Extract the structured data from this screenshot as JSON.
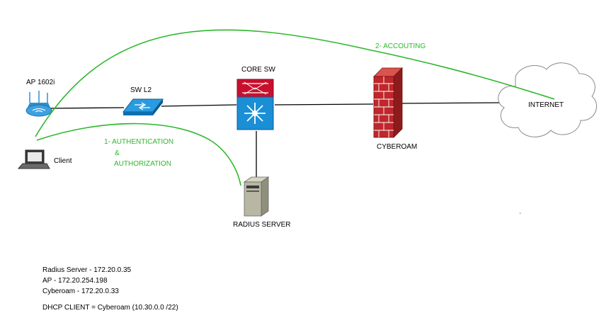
{
  "nodes": {
    "ap": {
      "label": "AP 1602i",
      "icon": "wireless-ap-icon"
    },
    "client": {
      "label": "Client",
      "icon": "laptop-icon"
    },
    "switch_l2": {
      "label": "SW L2",
      "icon": "switch-icon"
    },
    "core_switch": {
      "label": "CORE SW",
      "icon": "layer3-switch-icon"
    },
    "radius": {
      "label": "RADIUS SERVER",
      "icon": "server-icon"
    },
    "firewall": {
      "label": "CYBEROAM",
      "icon": "firewall-icon"
    },
    "internet": {
      "label": "INTERNET",
      "icon": "cloud-icon"
    }
  },
  "flows": {
    "auth": {
      "line1": "1- AUTHENTICATION",
      "line2": "&",
      "line3": "AUTHORIZATION"
    },
    "accounting": {
      "label": "2- ACCOUTING"
    }
  },
  "notes": {
    "radius_ip": "Radius Server - 172.20.0.35",
    "ap_ip": "AP - 172.20.254.198",
    "cyberoam_ip": "Cyberoam - 172.20.0.33",
    "dhcp": "DHCP CLIENT = Cyberoam (10.30.0.0 /22)"
  },
  "stray_mark": "-",
  "colors": {
    "flow": "#2db72d",
    "link": "#000000",
    "ap_blue": "#2f8fd0",
    "switch_blue": "#1a8fd6",
    "core_red": "#c8102e",
    "firewall_red": "#c0262b",
    "server_gray": "#b7b7a4"
  }
}
